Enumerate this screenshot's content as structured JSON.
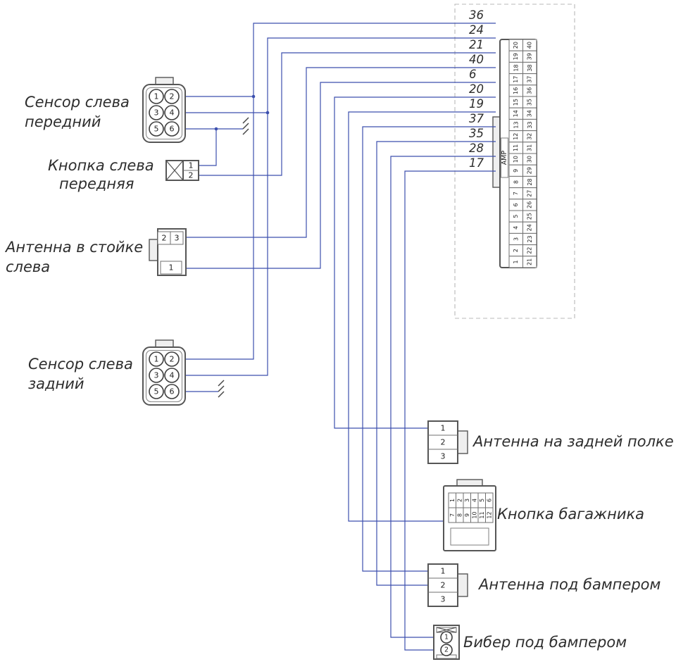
{
  "diagram": {
    "wire_color": "#3c4fae"
  },
  "amp": {
    "label": "AMP",
    "wire_numbers": [
      "36",
      "24",
      "21",
      "40",
      "6",
      "20",
      "19",
      "37",
      "35",
      "28",
      "17"
    ],
    "left_column_pins": [
      "1",
      "2",
      "3",
      "4",
      "5",
      "6",
      "7",
      "8",
      "9",
      "10",
      "11",
      "12",
      "13",
      "14",
      "15",
      "16",
      "17",
      "18",
      "19",
      "20"
    ],
    "right_column_pins": [
      "21",
      "22",
      "23",
      "24",
      "25",
      "26",
      "27",
      "28",
      "29",
      "30",
      "31",
      "32",
      "33",
      "34",
      "35",
      "36",
      "37",
      "38",
      "39",
      "40"
    ]
  },
  "connectors": {
    "front_sensor": {
      "label_lines": [
        "Сенсор слева",
        "передний"
      ],
      "pins": [
        "1",
        "2",
        "3",
        "4",
        "5",
        "6"
      ]
    },
    "front_button": {
      "label_lines": [
        "Кнопка слева",
        "передняя"
      ],
      "pins": [
        "1",
        "2"
      ]
    },
    "pillar_antenna": {
      "label_lines": [
        "Антенна в стойке",
        "слева"
      ],
      "pins": [
        "1",
        "2",
        "3"
      ]
    },
    "rear_sensor": {
      "label_lines": [
        "Сенсор слева",
        "задний"
      ],
      "pins": [
        "1",
        "2",
        "3",
        "4",
        "5",
        "6"
      ]
    },
    "shelf_antenna": {
      "label_lines": [
        "Антенна на задней полке"
      ],
      "pins": [
        "1",
        "2",
        "3"
      ]
    },
    "trunk_button": {
      "label_lines": [
        "Кнопка багажника"
      ],
      "pins_row1": [
        "1",
        "2",
        "3",
        "4",
        "5",
        "6"
      ],
      "pins_row2": [
        "7",
        "8",
        "9",
        "10",
        "11",
        "12"
      ]
    },
    "bumper_antenna": {
      "label_lines": [
        "Антенна под бампером"
      ],
      "pins": [
        "1",
        "2",
        "3"
      ]
    },
    "bumper_beeper": {
      "label_lines": [
        "Бибер под бампером"
      ],
      "pins": [
        "1",
        "2"
      ]
    }
  }
}
